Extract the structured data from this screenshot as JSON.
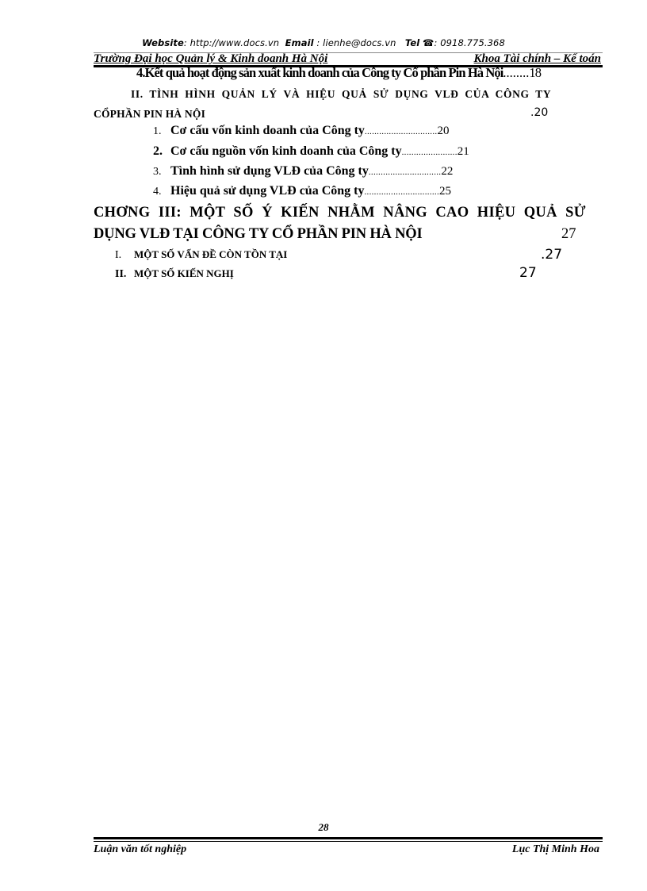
{
  "header": {
    "website_label": "Website",
    "website_value": ": http://www.docs.vn",
    "email_label": "Email",
    "email_value": ": lienhe@docs.vn",
    "tel_label": "Tel",
    "phone_icon": "☎",
    "tel_value": ": 0918.775.368",
    "left_text": "Trường  Đại học Quản lý & Kinh doanh Hà Nội",
    "right_text": "Khoa Tài chính – Kế toán"
  },
  "toc": {
    "item_4": {
      "number": "4.",
      "title": "Kết quả hoạt động sản xuất kinh doanh của Công ty Cổ phần Pin Hà Nội",
      "dots": "........",
      "page": "18"
    },
    "section_2": {
      "line1": "II. TÌNH HÌNH QUẢN LÝ VÀ HIỆU QUẢ SỬ DỤNG VLĐ CỦA CÔNG TY",
      "line2": "CỔPHẦN PIN HÀ NỘI",
      "page": ".20",
      "items": [
        {
          "number": "1.",
          "title": "Cơ cấu vốn kinh doanh của Công ty",
          "dots": "..............................",
          "page": "20"
        },
        {
          "number": "2.",
          "title": "Cơ cấu nguồn vốn kinh doanh của Công ty",
          "dots": ".......................",
          "page": "21"
        },
        {
          "number": "3.",
          "title": "Tình hình sử dụng VLĐ của Công ty",
          "dots": "..............................",
          "page": "22"
        },
        {
          "number": "4.",
          "title": "Hiệu quả sử dụng VLĐ của Công ty",
          "dots": "...............................",
          "page": "25"
        }
      ]
    },
    "chapter_3": {
      "line1": "CHƠNG   III: MỘT SỐ Ý KIẾN NHẰM NÂNG CAO HIỆU QUẢ SỬ",
      "line2": "DỤNG VLĐ TẠI CÔNG TY CỔ PHẦN PIN HÀ NỘI",
      "page": "27",
      "items": [
        {
          "number": "I.",
          "title": "MỘT SỐ VẤN ĐỀ CÒN TỒN TẠI",
          "page": ".27"
        },
        {
          "number": "II.",
          "title": "MỘT SỐ KIẾN NGHỊ",
          "page": "27"
        }
      ]
    }
  },
  "footer": {
    "page_number": "28",
    "left_text": "Luận văn tốt nghiệp",
    "right_text": "Lục Thị Minh Hoa"
  }
}
